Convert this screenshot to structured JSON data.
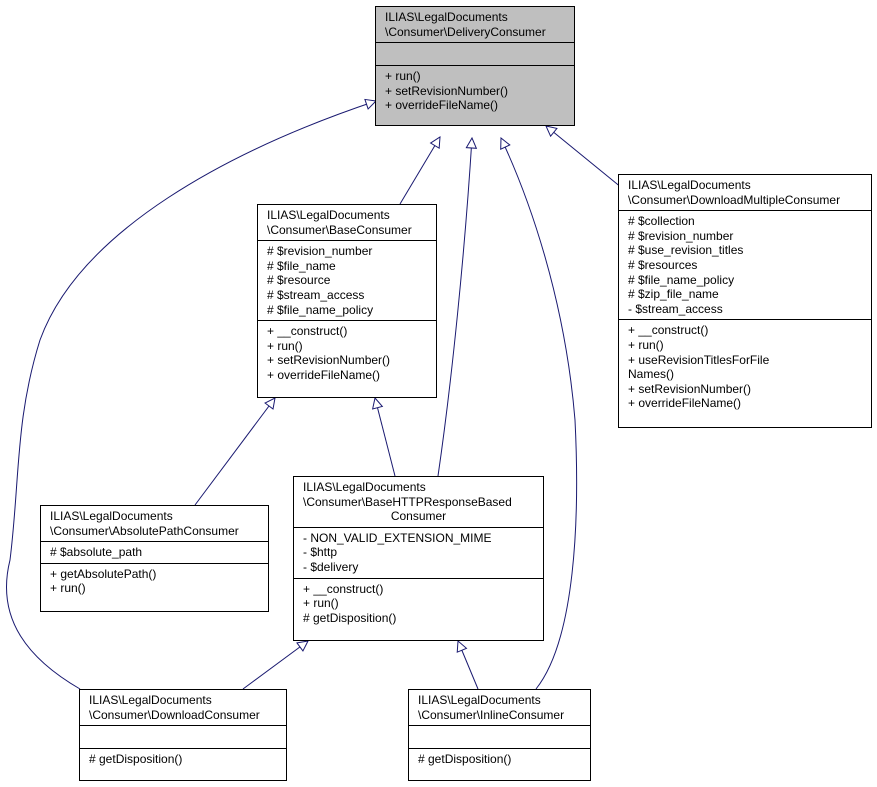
{
  "classes": {
    "delivery": {
      "title": [
        "ILIAS\\LegalDocuments",
        "\\Consumer\\DeliveryConsumer"
      ],
      "attributes": [],
      "operations": [
        "+ run()",
        "+ setRevisionNumber()",
        "+ overrideFileName()"
      ]
    },
    "base": {
      "title": [
        "ILIAS\\LegalDocuments",
        "\\Consumer\\BaseConsumer"
      ],
      "attributes": [
        "# $revision_number",
        "# $file_name",
        "# $resource",
        "# $stream_access",
        "# $file_name_policy"
      ],
      "operations": [
        "+ __construct()",
        "+ run()",
        "+ setRevisionNumber()",
        "+ overrideFileName()"
      ]
    },
    "multiple": {
      "title": [
        "ILIAS\\LegalDocuments",
        "\\Consumer\\DownloadMultipleConsumer"
      ],
      "attributes": [
        "# $collection",
        "# $revision_number",
        "# $use_revision_titles",
        "# $resources",
        "# $file_name_policy",
        "# $zip_file_name",
        "- $stream_access"
      ],
      "operations": [
        "+ __construct()",
        "+ run()",
        "+ useRevisionTitlesForFile",
        "Names()",
        "+ setRevisionNumber()",
        "+ overrideFileName()"
      ]
    },
    "absolute": {
      "title": [
        "ILIAS\\LegalDocuments",
        "\\Consumer\\AbsolutePathConsumer"
      ],
      "attributes": [
        "# $absolute_path"
      ],
      "operations": [
        "+ getAbsolutePath()",
        "+ run()"
      ]
    },
    "http": {
      "title": [
        "ILIAS\\LegalDocuments",
        "\\Consumer\\BaseHTTPResponseBased",
        "Consumer"
      ],
      "attributes": [
        "- NON_VALID_EXTENSION_MIME",
        "- $http",
        "- $delivery"
      ],
      "operations": [
        "+ __construct()",
        "+ run()",
        "# getDisposition()"
      ]
    },
    "download": {
      "title": [
        "ILIAS\\LegalDocuments",
        "\\Consumer\\DownloadConsumer"
      ],
      "attributes": [],
      "operations": [
        "# getDisposition()"
      ]
    },
    "inline": {
      "title": [
        "ILIAS\\LegalDocuments",
        "\\Consumer\\InlineConsumer"
      ],
      "attributes": [],
      "operations": [
        "# getDisposition()"
      ]
    }
  },
  "colors": {
    "edge": "#191970",
    "box_border": "#000000",
    "focus_fill": "#bfbfbf"
  }
}
